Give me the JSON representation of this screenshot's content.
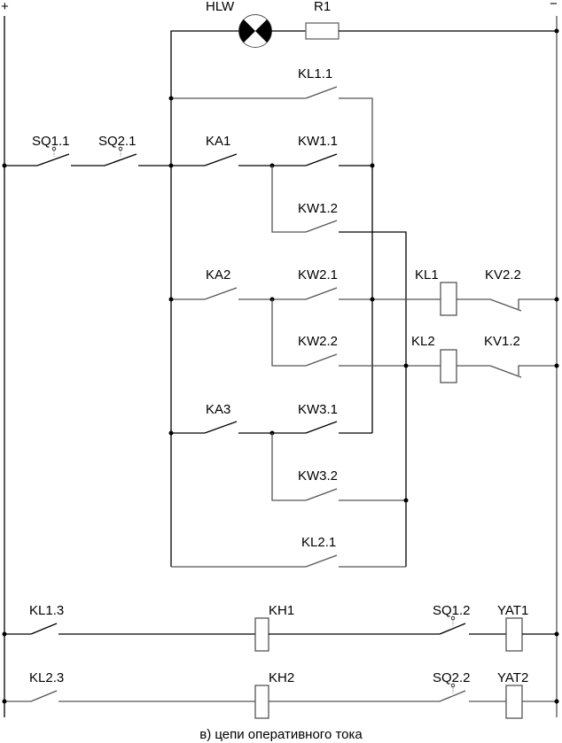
{
  "diagram": {
    "caption": "в) цепи оперативного тока",
    "bus_plus": "+",
    "bus_minus": "−",
    "components": {
      "lamp": "HLW",
      "resistor": "R1",
      "kl1_1": "KL1.1",
      "sq1_1": "SQ1.1",
      "sq2_1": "SQ2.1",
      "ka1": "KA1",
      "kw1_1": "KW1.1",
      "kw1_2": "KW1.2",
      "ka2": "KA2",
      "kw2_1": "KW2.1",
      "kl1": "KL1",
      "kv2_2": "KV2.2",
      "kw2_2": "KW2.2",
      "kl2": "KL2",
      "kv1_2": "KV1.2",
      "ka3": "KA3",
      "kw3_1": "KW3.1",
      "kw3_2": "KW3.2",
      "kl2_1": "KL2.1",
      "kl1_3": "KL1.3",
      "kh1": "KH1",
      "sq1_2": "SQ1.2",
      "yat1": "YAT1",
      "kl2_3": "KL2.3",
      "kh2": "KH2",
      "sq2_2": "SQ2.2",
      "yat2": "YAT2"
    }
  }
}
